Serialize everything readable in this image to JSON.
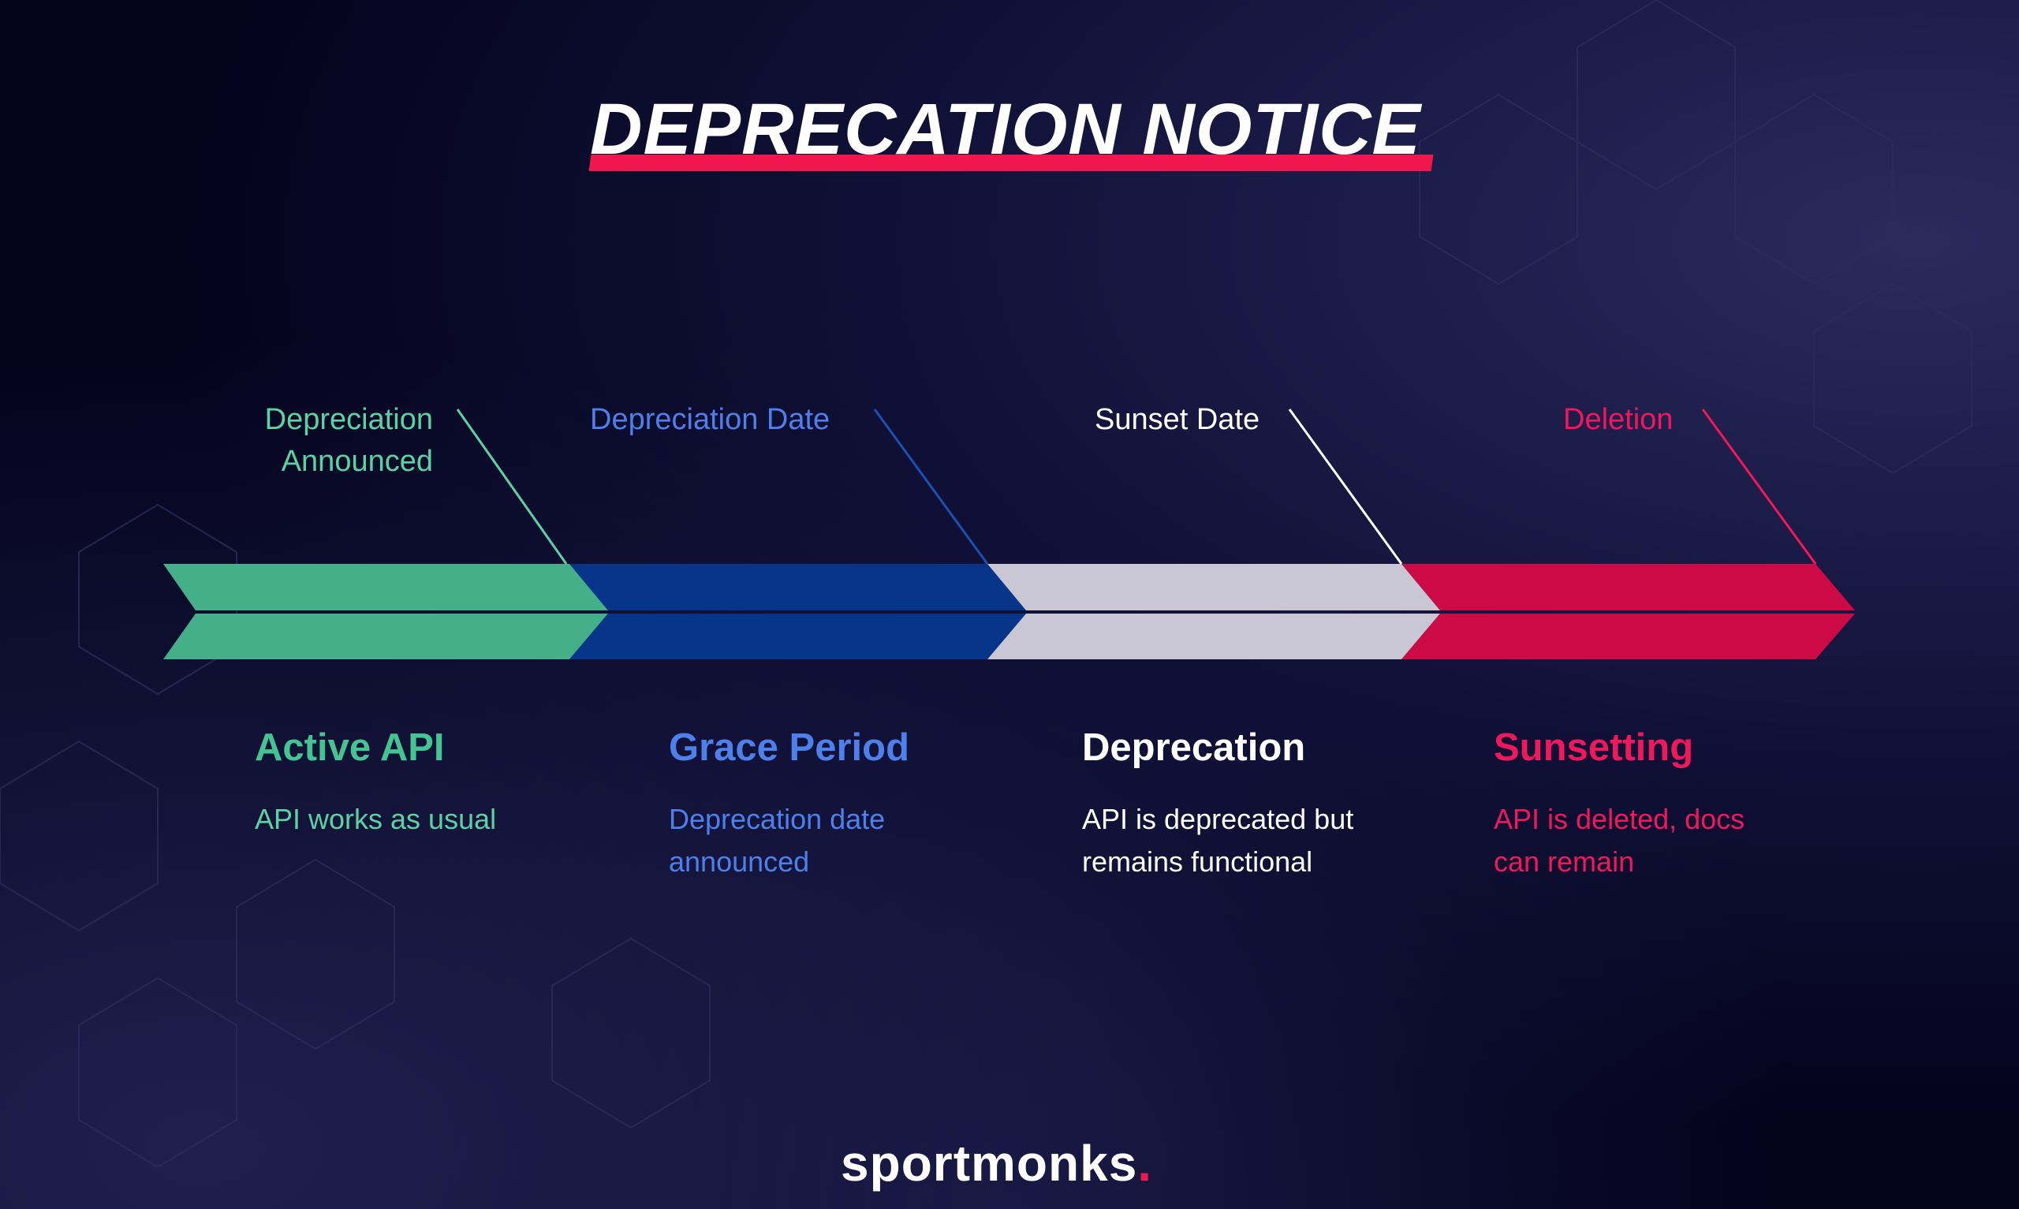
{
  "title": "DEPRECATION NOTICE",
  "colors": {
    "green": "#44b08a",
    "blue": "#06358a",
    "grey": "#c8c7d3",
    "red": "#cc0a45",
    "green_text": "#5ad3a2",
    "blue_text": "#4d80ea",
    "red_text": "#f0185a",
    "accent": "#f0174f"
  },
  "milestones": [
    {
      "label_line1": "Depreciation",
      "label_line2": "Announced"
    },
    {
      "label": "Depreciation Date"
    },
    {
      "label": "Sunset Date"
    },
    {
      "label": "Deletion"
    }
  ],
  "phases": [
    {
      "heading": "Active API",
      "description": "API works as usual"
    },
    {
      "heading": "Grace Period",
      "description": "Deprecation date announced"
    },
    {
      "heading": "Deprecation",
      "description": "API is deprecated but remains functional"
    },
    {
      "heading": "Sunsetting",
      "description": "API is deleted, docs can remain"
    }
  ],
  "logo": {
    "text": "sportmonks",
    "dot": "."
  }
}
